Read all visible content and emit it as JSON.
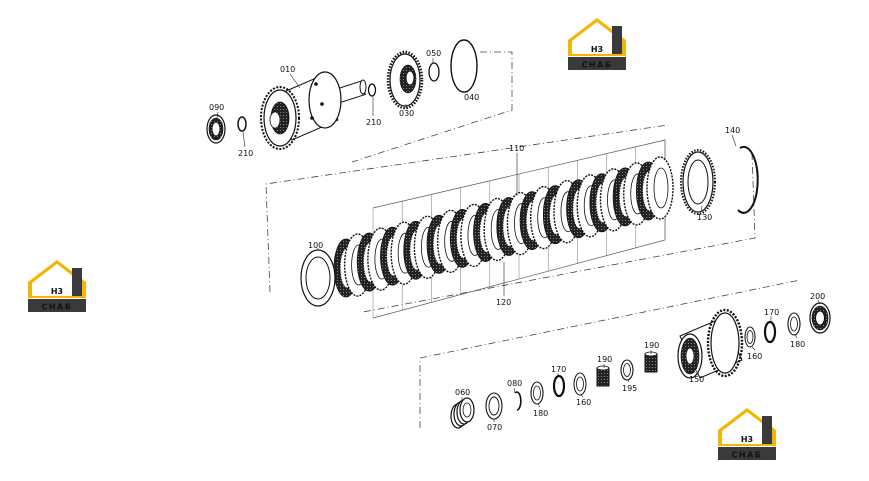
{
  "callouts": [
    {
      "id": "c010",
      "text": "010"
    },
    {
      "id": "c090",
      "text": "090"
    },
    {
      "id": "c210a",
      "text": "210"
    },
    {
      "id": "c210b",
      "text": "210"
    },
    {
      "id": "c030",
      "text": "030"
    },
    {
      "id": "c050",
      "text": "050"
    },
    {
      "id": "c040",
      "text": "040"
    },
    {
      "id": "c110",
      "text": "110"
    },
    {
      "id": "c140",
      "text": "140"
    },
    {
      "id": "c130",
      "text": "130"
    },
    {
      "id": "c100",
      "text": "100"
    },
    {
      "id": "c120",
      "text": "120"
    },
    {
      "id": "c200",
      "text": "200"
    },
    {
      "id": "c170a",
      "text": "170"
    },
    {
      "id": "c160a",
      "text": "160"
    },
    {
      "id": "c180a",
      "text": "180"
    },
    {
      "id": "c150",
      "text": "150"
    },
    {
      "id": "c190a",
      "text": "190"
    },
    {
      "id": "c195",
      "text": "195"
    },
    {
      "id": "c190b",
      "text": "190"
    },
    {
      "id": "c170b",
      "text": "170"
    },
    {
      "id": "c160b",
      "text": "160"
    },
    {
      "id": "c180b",
      "text": "180"
    },
    {
      "id": "c080",
      "text": "080"
    },
    {
      "id": "c070",
      "text": "070"
    },
    {
      "id": "c060",
      "text": "060"
    }
  ],
  "logo": {
    "mark": "H3",
    "word": "CHAБ",
    "colors": {
      "accent": "#f2b705",
      "dark": "#3a3a3a",
      "white": "#ffffff"
    }
  }
}
